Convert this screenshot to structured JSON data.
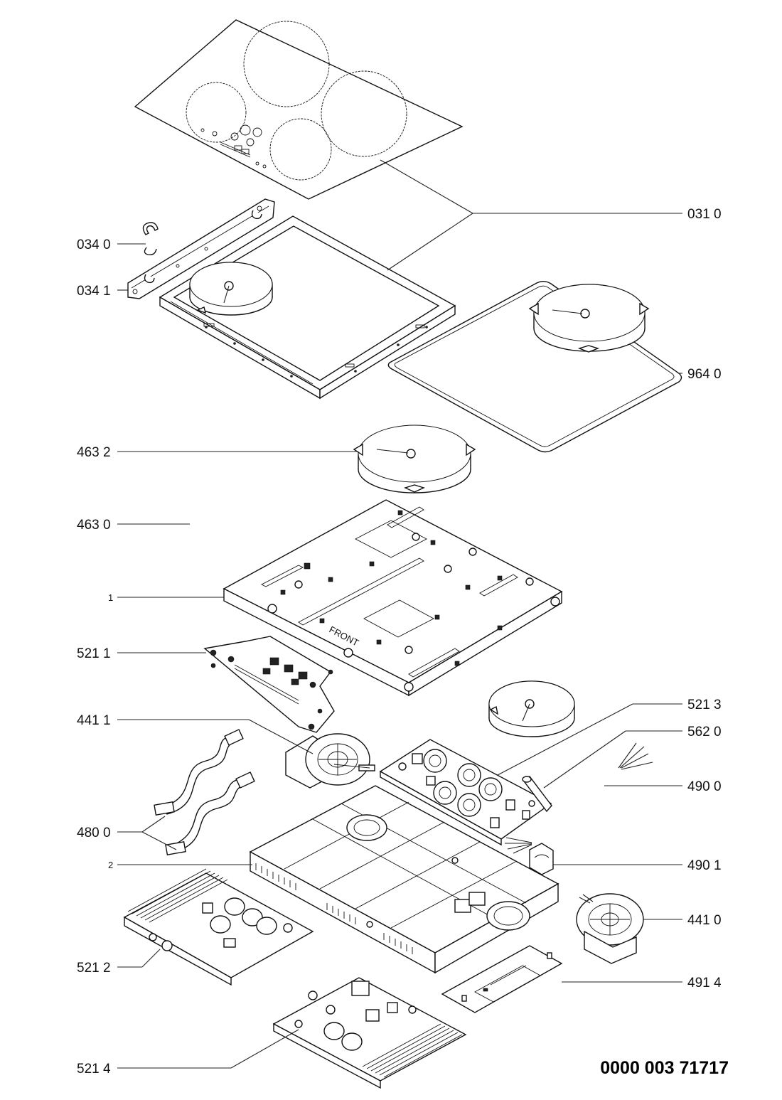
{
  "labels": {
    "l0310": "031 0",
    "l0340": "034 0",
    "l0341": "034 1",
    "l9640": "964 0",
    "l4632": "463 2",
    "l4630": "463 0",
    "l1": "1",
    "l5211": "521 1",
    "l5213": "521 3",
    "l5620": "562 0",
    "l4411": "441 1",
    "l4900": "490 0",
    "l4800": "480 0",
    "l2": "2",
    "l4901": "490 1",
    "l4410": "441 0",
    "l5212": "521 2",
    "l4914": "491 4",
    "l5214": "521 4"
  },
  "document_number": "0000 003 71717",
  "plate_marking": "FRONT",
  "colors": {
    "line": "#111111",
    "background": "#ffffff"
  }
}
